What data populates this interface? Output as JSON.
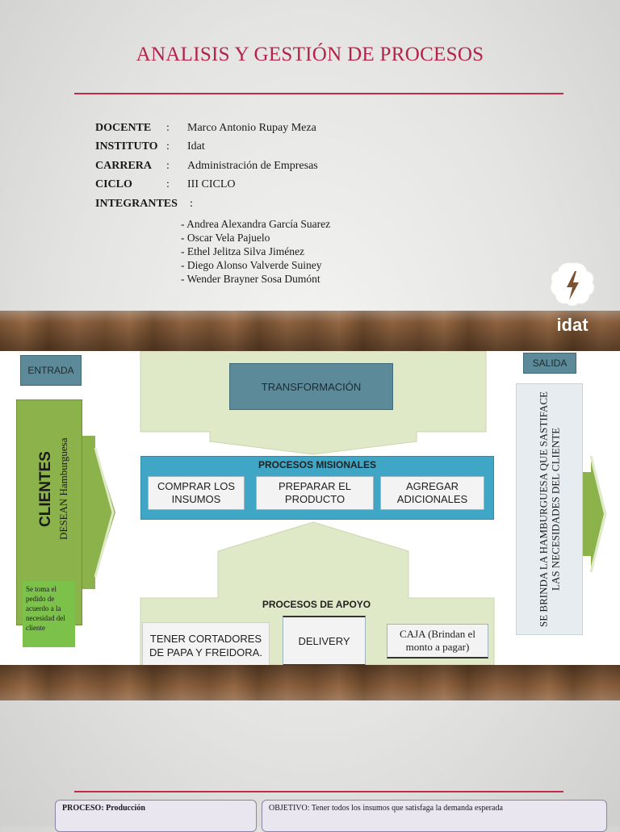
{
  "header": {
    "title": "ANALISIS Y GESTIÓN DE PROCESOS"
  },
  "info": {
    "docente_label": "DOCENTE",
    "docente_value": "Marco Antonio Rupay Meza",
    "instituto_label": "INSTITUTO",
    "instituto_value": "Idat",
    "carrera_label": "CARRERA",
    "carrera_value": "Administración de Empresas",
    "ciclo_label": "CICLO",
    "ciclo_value": "III CICLO",
    "integrantes_label": "INTEGRANTES",
    "colon": ":"
  },
  "members": [
    "- Andrea Alexandra García Suarez",
    "- Oscar Vela Pajuelo",
    "- Ethel Jelitza Silva Jiménez",
    "- Diego Alonso Valverde Suiney",
    "- Wender Brayner Sosa Dumónt"
  ],
  "logo": {
    "text": "idat"
  },
  "diagram": {
    "entrada": "ENTRADA",
    "salida": "SALIDA",
    "transformacion": "TRANSFORMACIÓN",
    "clientes_title": "CLIENTES",
    "clientes_sub": "DESEAN Hamburguesa",
    "pedido_note": "Se toma el pedido de acuerdo a la necesidad del cliente",
    "misionales_title": "PROCESOS MISIONALES",
    "misionales": [
      "COMPRAR LOS INSUMOS",
      "PREPARAR EL PRODUCTO",
      "AGREGAR ADICIONALES"
    ],
    "apoyo_title": "PROCESOS DE APOYO",
    "apoyo": [
      "TENER CORTADORES DE PAPA Y FREIDORA.",
      "DELIVERY",
      "CAJA (Brindan el monto a pagar)"
    ],
    "salida_text": "SE BRINDA LA HAMBURGUESA QUE SASTIFACE LAS NECESIDADES DEL CLIENTE"
  },
  "footer": {
    "proceso_label": "PROCESO: Producción",
    "objetivo_label": "OBJETIVO: Tener todos los insumos que satisfaga la demanda esperada"
  },
  "colors": {
    "title": "#b5234a",
    "rule": "#c22a4a",
    "green_light": "#dfe9c8",
    "green_dark": "#8cb34b",
    "blue_band": "#3fa6c6",
    "teal_box": "#5d8a99"
  }
}
